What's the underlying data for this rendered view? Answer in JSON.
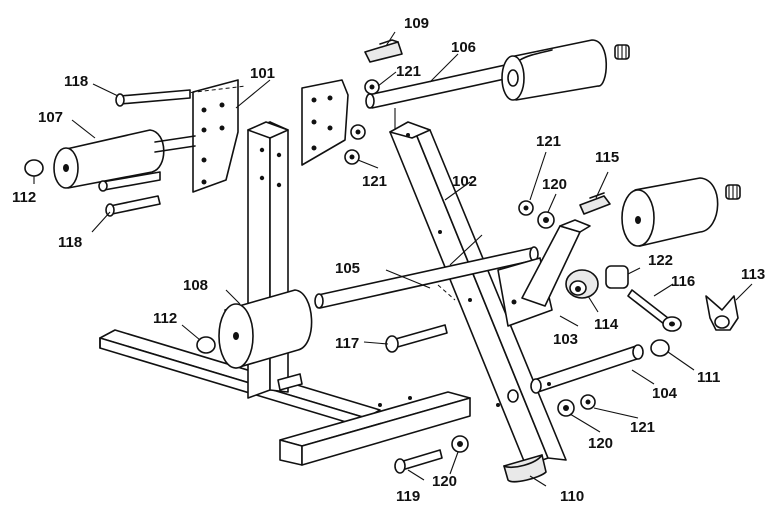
{
  "labels": {
    "p101": "101",
    "p102": "102",
    "p103": "103",
    "p104": "104",
    "p105": "105",
    "p106": "106",
    "p107": "107",
    "p108": "108",
    "p109": "109",
    "p110": "110",
    "p111": "111",
    "p112a": "112",
    "p112b": "112",
    "p113": "113",
    "p114": "114",
    "p115": "115",
    "p116": "116",
    "p117": "117",
    "p118a": "118",
    "p118b": "118",
    "p119": "119",
    "p120a": "120",
    "p120b": "120",
    "p120c": "120",
    "p121a": "121",
    "p121b": "121",
    "p121c": "121",
    "p121d": "121",
    "p122": "122"
  }
}
